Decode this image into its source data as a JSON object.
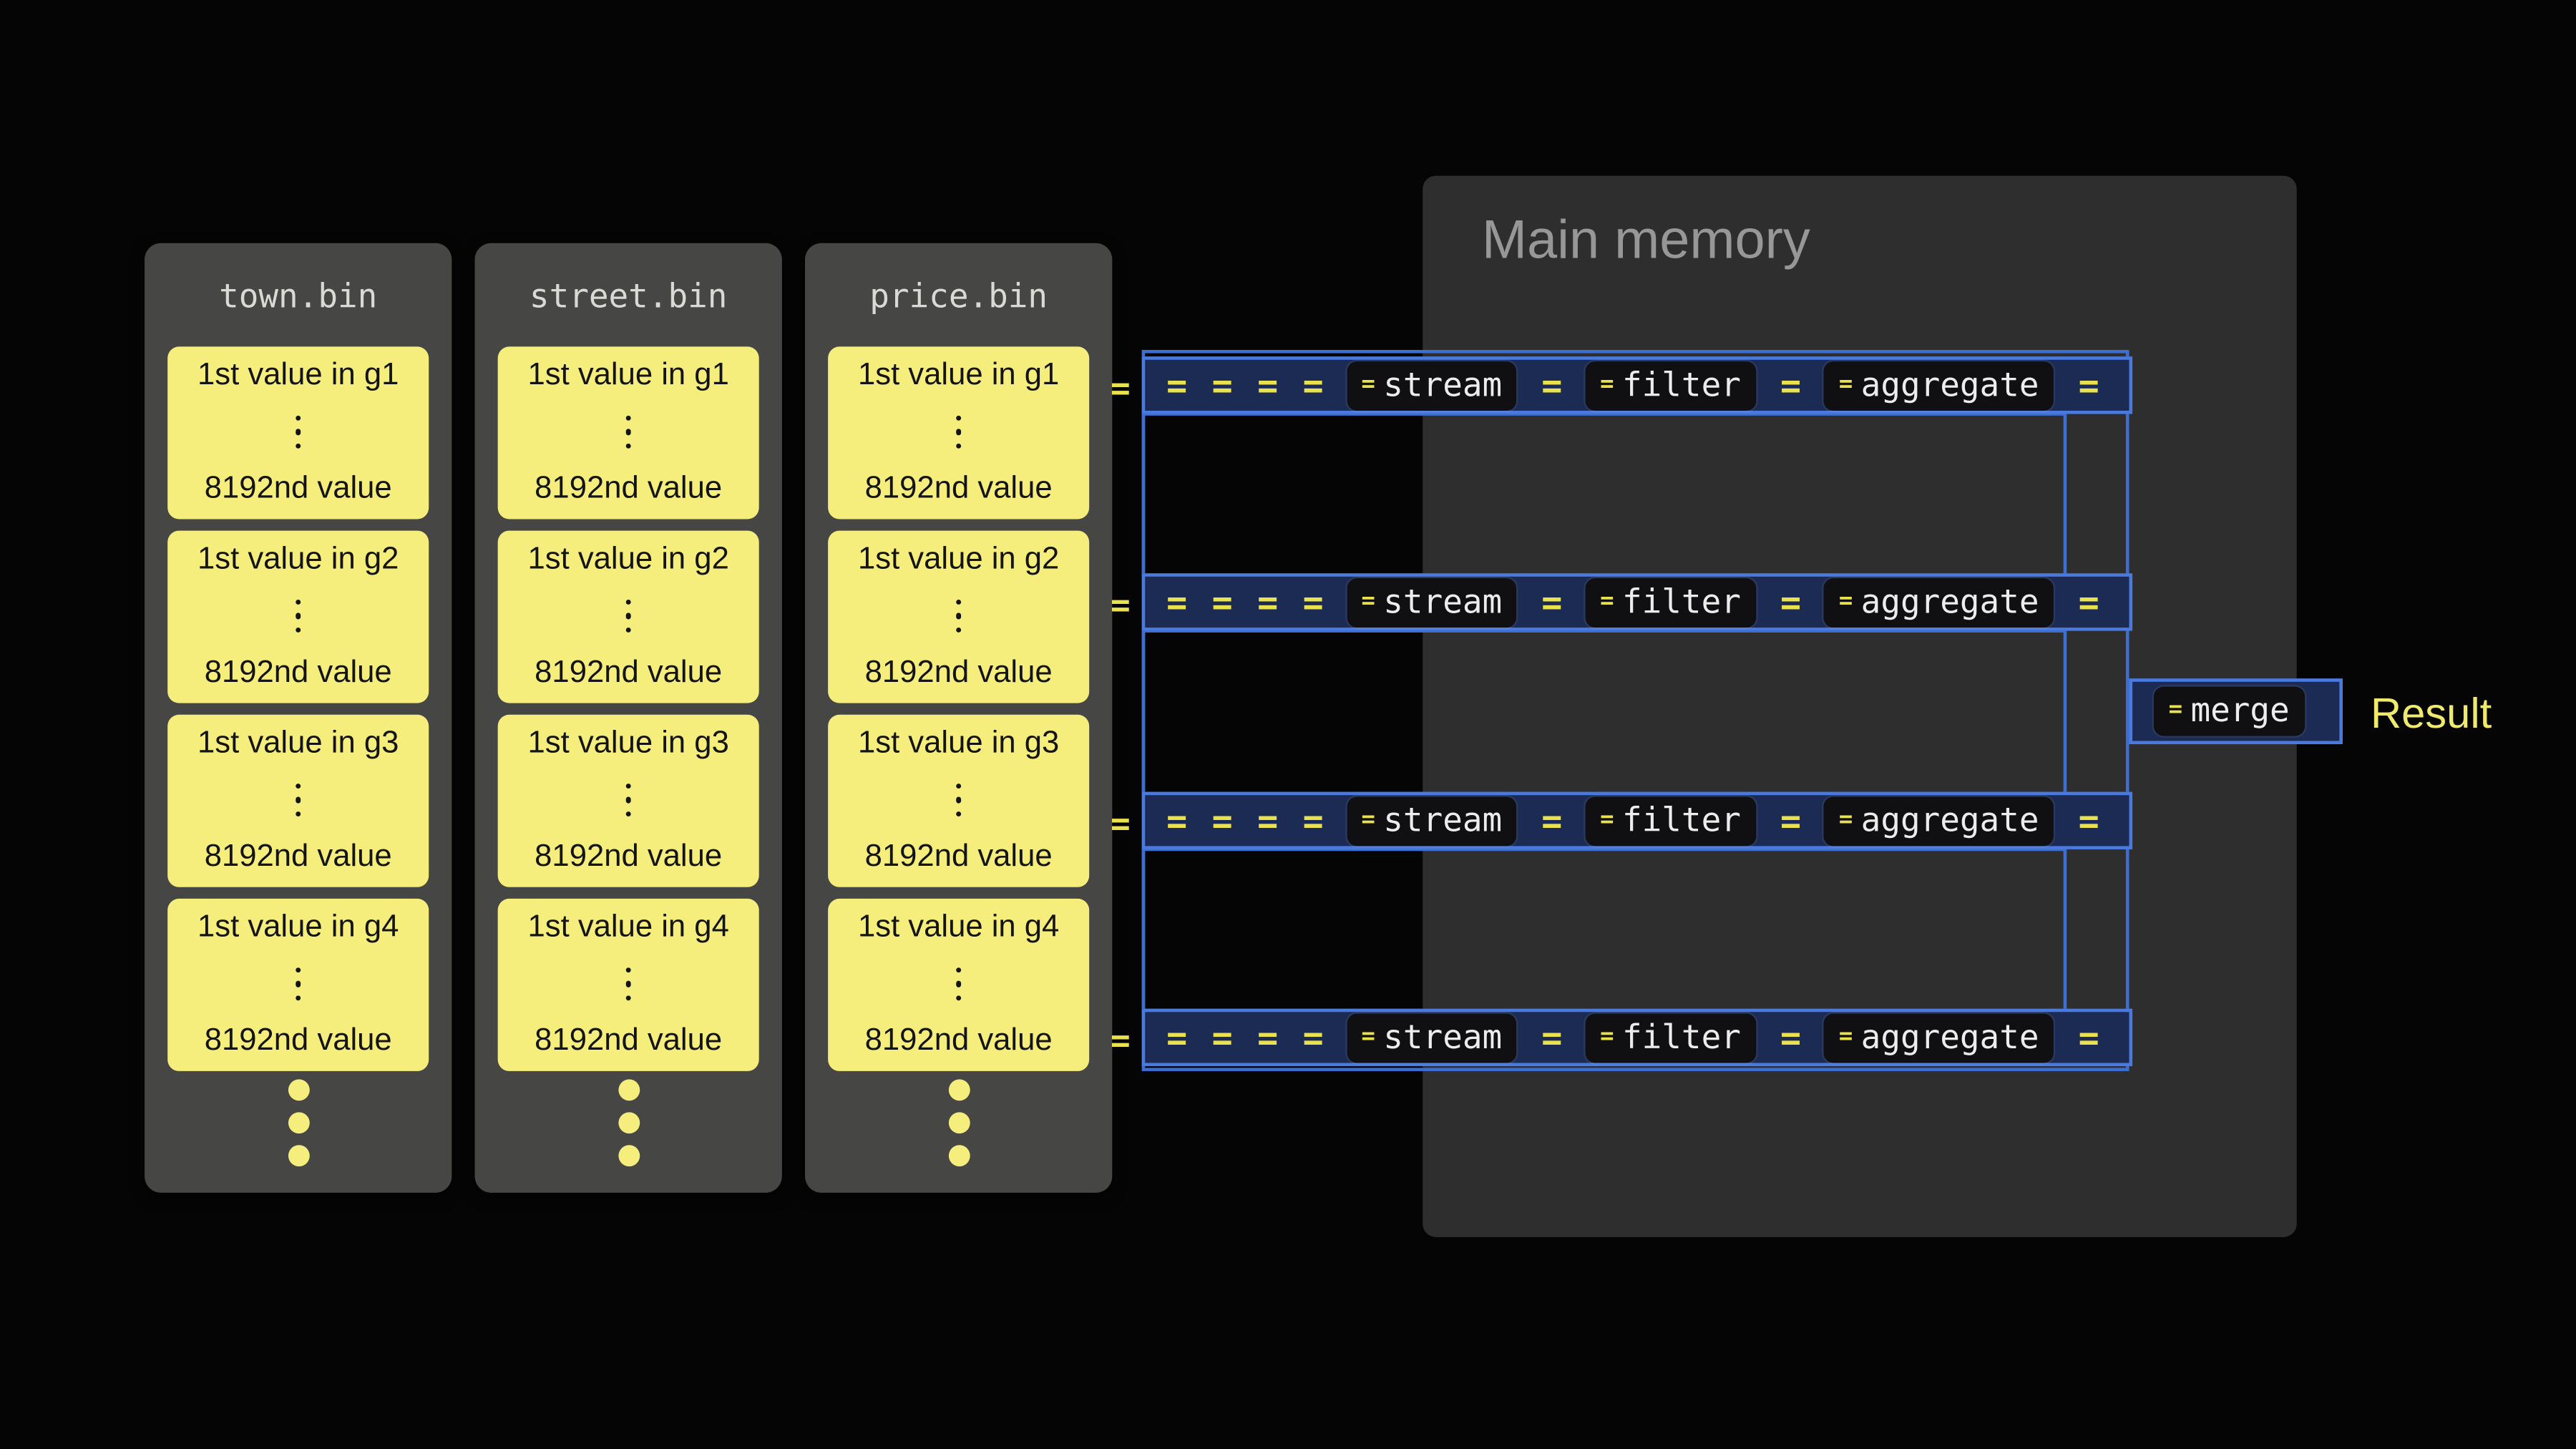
{
  "glyphs": {
    "equals": "="
  },
  "files": [
    {
      "title": "town.bin",
      "groups": [
        {
          "first": "1st value in g1",
          "last": "8192nd value"
        },
        {
          "first": "1st value in g2",
          "last": "8192nd value"
        },
        {
          "first": "1st value in g3",
          "last": "8192nd value"
        },
        {
          "first": "1st value in g4",
          "last": "8192nd value"
        }
      ]
    },
    {
      "title": "street.bin",
      "groups": [
        {
          "first": "1st value in g1",
          "last": "8192nd value"
        },
        {
          "first": "1st value in g2",
          "last": "8192nd value"
        },
        {
          "first": "1st value in g3",
          "last": "8192nd value"
        },
        {
          "first": "1st value in g4",
          "last": "8192nd value"
        }
      ]
    },
    {
      "title": "price.bin",
      "groups": [
        {
          "first": "1st value in g1",
          "last": "8192nd value"
        },
        {
          "first": "1st value in g2",
          "last": "8192nd value"
        },
        {
          "first": "1st value in g3",
          "last": "8192nd value"
        },
        {
          "first": "1st value in g4",
          "last": "8192nd value"
        }
      ]
    }
  ],
  "memory": {
    "title": "Main memory"
  },
  "pipelines": [
    {
      "ops": [
        "stream",
        "filter",
        "aggregate"
      ]
    },
    {
      "ops": [
        "stream",
        "filter",
        "aggregate"
      ]
    },
    {
      "ops": [
        "stream",
        "filter",
        "aggregate"
      ]
    },
    {
      "ops": [
        "stream",
        "filter",
        "aggregate"
      ]
    }
  ],
  "merge": {
    "label": "merge"
  },
  "result": {
    "label": "Result"
  },
  "colors": {
    "background": "#050505",
    "panel_gray": "#464645",
    "memory_gray": "#2e2e2f",
    "yellow": "#f5ee7c",
    "blue_border": "#4a7ade",
    "band_fill": "#1b2b54",
    "equals_yellow": "#e9e14e"
  }
}
